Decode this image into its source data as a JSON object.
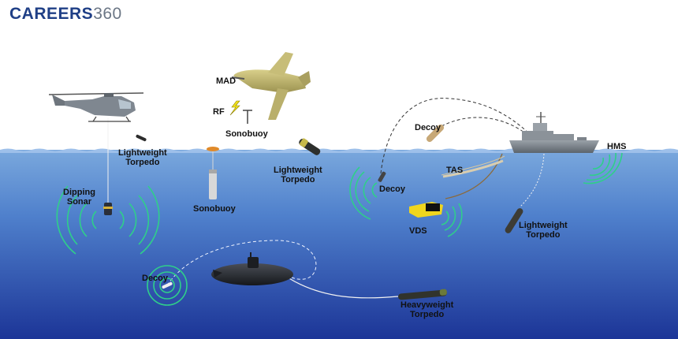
{
  "brand": {
    "bold": "CAREERS",
    "light": "360"
  },
  "labels": {
    "mad": "MAD",
    "rf": "RF",
    "sonobuoy_air": "Sonobuoy",
    "sonobuoy_sea": "Sonobuoy",
    "lightweight_heli_1": "Lightweight",
    "lightweight_heli_2": "Torpedo",
    "lightweight_plane_1": "Lightweight",
    "lightweight_plane_2": "Torpedo",
    "lightweight_ship_1": "Lightweight",
    "lightweight_ship_2": "Torpedo",
    "dipping_1": "Dipping",
    "dipping_2": "Sonar",
    "decoy_air": "Decoy",
    "decoy_water": "Decoy",
    "decoy_sub": "Decoy",
    "tas": "TAS",
    "vds": "VDS",
    "hms": "HMS",
    "heavy_1": "Heavyweight",
    "heavy_2": "Torpedo"
  },
  "colors": {
    "sky": "#ffffff",
    "sea_top": "#6f9fd8",
    "sea_bottom": "#1f3a9a",
    "sonar_wave": "#2fcf8a",
    "brand_blue": "#1f3f86",
    "brand_gray": "#6b7685"
  }
}
